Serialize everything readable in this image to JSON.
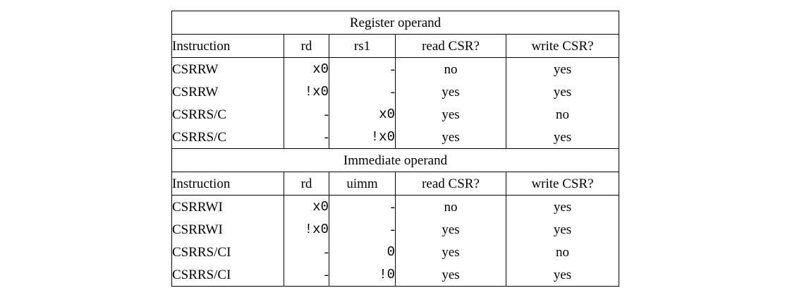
{
  "table": {
    "columns": [
      "Instruction",
      "rd",
      "rs1",
      "read CSR?",
      "write CSR?"
    ],
    "sections": [
      {
        "title": "Register operand",
        "headers": [
          "Instruction",
          "rd",
          "rs1",
          "read CSR?",
          "write CSR?"
        ],
        "rows": [
          {
            "instruction": "CSRRW",
            "rd": "x0",
            "src": "-",
            "read": "no",
            "write": "yes"
          },
          {
            "instruction": "CSRRW",
            "rd": "!x0",
            "src": "-",
            "read": "yes",
            "write": "yes"
          },
          {
            "instruction": "CSRRS/C",
            "rd": "-",
            "src": "x0",
            "read": "yes",
            "write": "no"
          },
          {
            "instruction": "CSRRS/C",
            "rd": "-",
            "src": "!x0",
            "read": "yes",
            "write": "yes"
          }
        ]
      },
      {
        "title": "Immediate operand",
        "headers": [
          "Instruction",
          "rd",
          "uimm",
          "read CSR?",
          "write CSR?"
        ],
        "rows": [
          {
            "instruction": "CSRRWI",
            "rd": "x0",
            "src": "-",
            "read": "no",
            "write": "yes"
          },
          {
            "instruction": "CSRRWI",
            "rd": "!x0",
            "src": "-",
            "read": "yes",
            "write": "yes"
          },
          {
            "instruction": "CSRRS/CI",
            "rd": "-",
            "src": "0",
            "read": "yes",
            "write": "no"
          },
          {
            "instruction": "CSRRS/CI",
            "rd": "-",
            "src": "!0",
            "read": "yes",
            "write": "yes"
          }
        ]
      }
    ]
  },
  "colors": {
    "background": "#ffffff",
    "text": "#000000",
    "rule": "#000000"
  }
}
